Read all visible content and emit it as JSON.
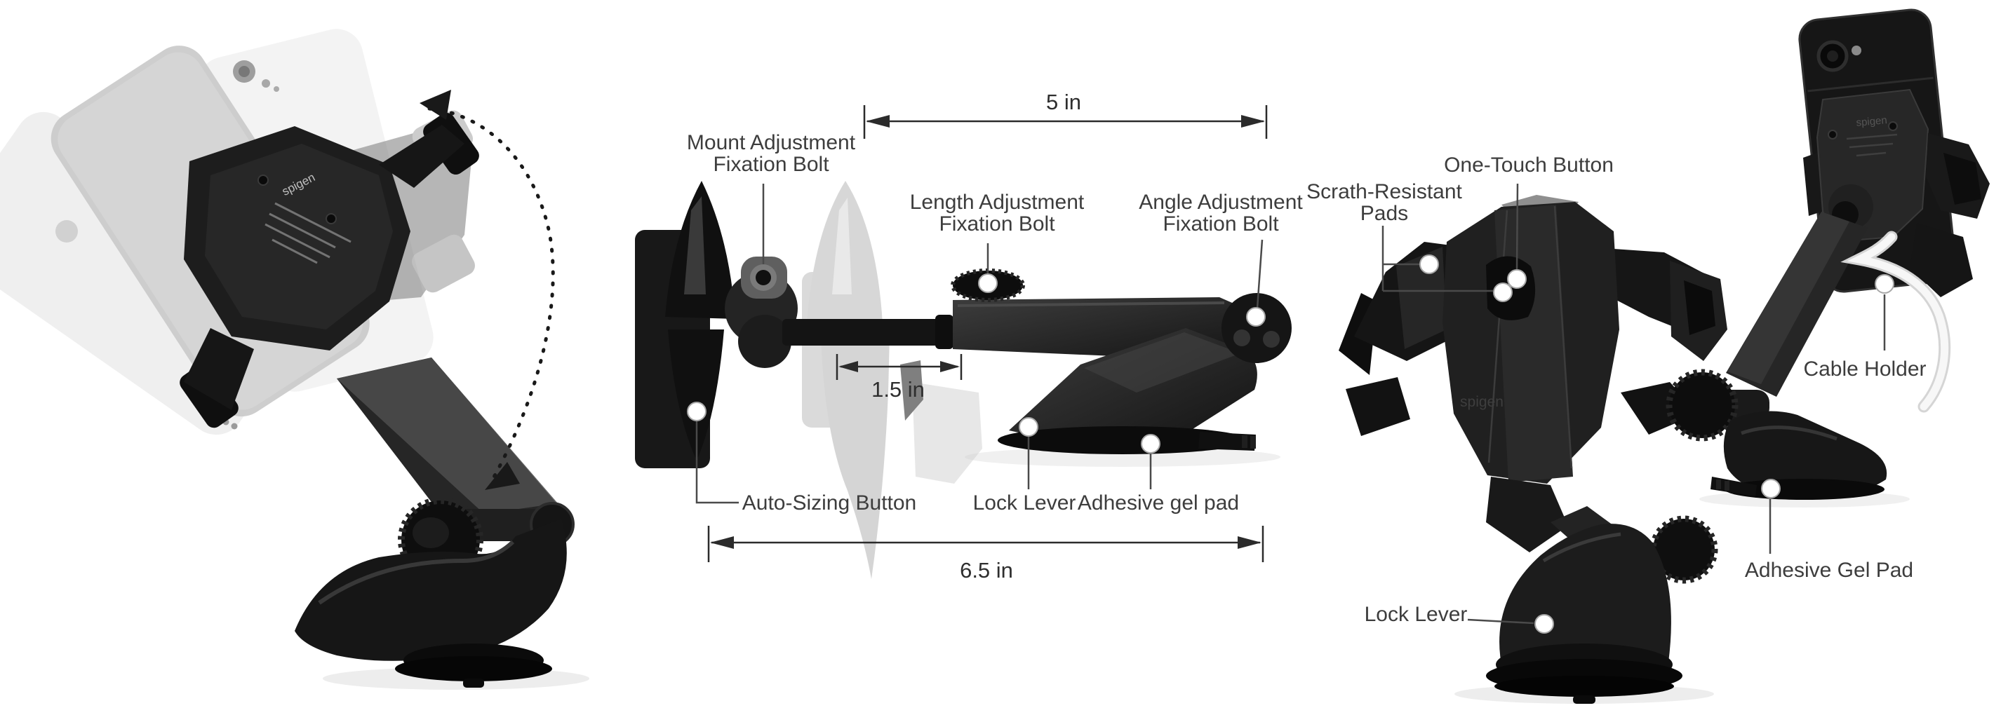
{
  "brand": "spigen",
  "views": {
    "rotation": {
      "description": "phone-rotation-demo"
    },
    "dimensions": {
      "dims": {
        "width_top": "5 in",
        "depth": "1.5 in",
        "width_bottom": "6.5 in"
      },
      "labels": {
        "mount_adjustment": {
          "line1": "Mount Adjustment",
          "line2": "Fixation Bolt"
        },
        "length_adjustment": {
          "line1": "Length Adjustment",
          "line2": "Fixation Bolt"
        },
        "angle_adjustment": {
          "line1": "Angle Adjustment",
          "line2": "Fixation Bolt"
        },
        "auto_sizing": "Auto-Sizing Button",
        "lock_lever": "Lock Lever",
        "adhesive_gel_pad": "Adhesive gel pad"
      }
    },
    "front": {
      "labels": {
        "scratch_pads": {
          "line1": "Scrath-Resistant",
          "line2": "Pads"
        },
        "one_touch": "One-Touch Button",
        "lock_lever": "Lock Lever"
      }
    },
    "back": {
      "labels": {
        "cable_holder": "Cable Holder",
        "adhesive_gel_pad": "Adhesive Gel Pad"
      }
    }
  },
  "colors": {
    "background": "#ffffff",
    "label_text": "#3d3d3d",
    "dimension_line": "#2b2b2b",
    "leader_line": "#4a4a4a",
    "product_black": "#1a1a1a",
    "ghost_gray": "#c6c6c6",
    "cable_white": "#f7f7f7"
  }
}
